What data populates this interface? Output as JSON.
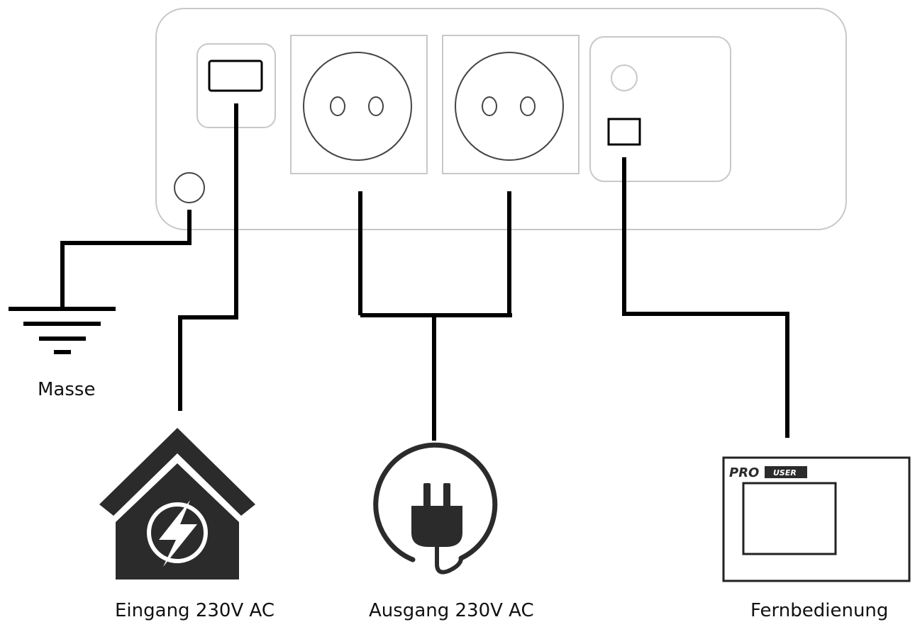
{
  "labels": {
    "ground": "Masse",
    "input": "Eingang 230V AC",
    "output": "Ausgang 230V AC",
    "remote": "Fernbedienung"
  },
  "remote_logo": {
    "pro": "PRO",
    "user": "USER"
  },
  "icons": {
    "input_power": "house-lightning-icon",
    "output_plug": "power-plug-icon",
    "ground": "ground-symbol-icon",
    "remote_control": "remote-display-icon"
  },
  "colors": {
    "wire": "#000000",
    "outline": "#c8c8c8",
    "icon_dark": "#2b2b2b"
  }
}
